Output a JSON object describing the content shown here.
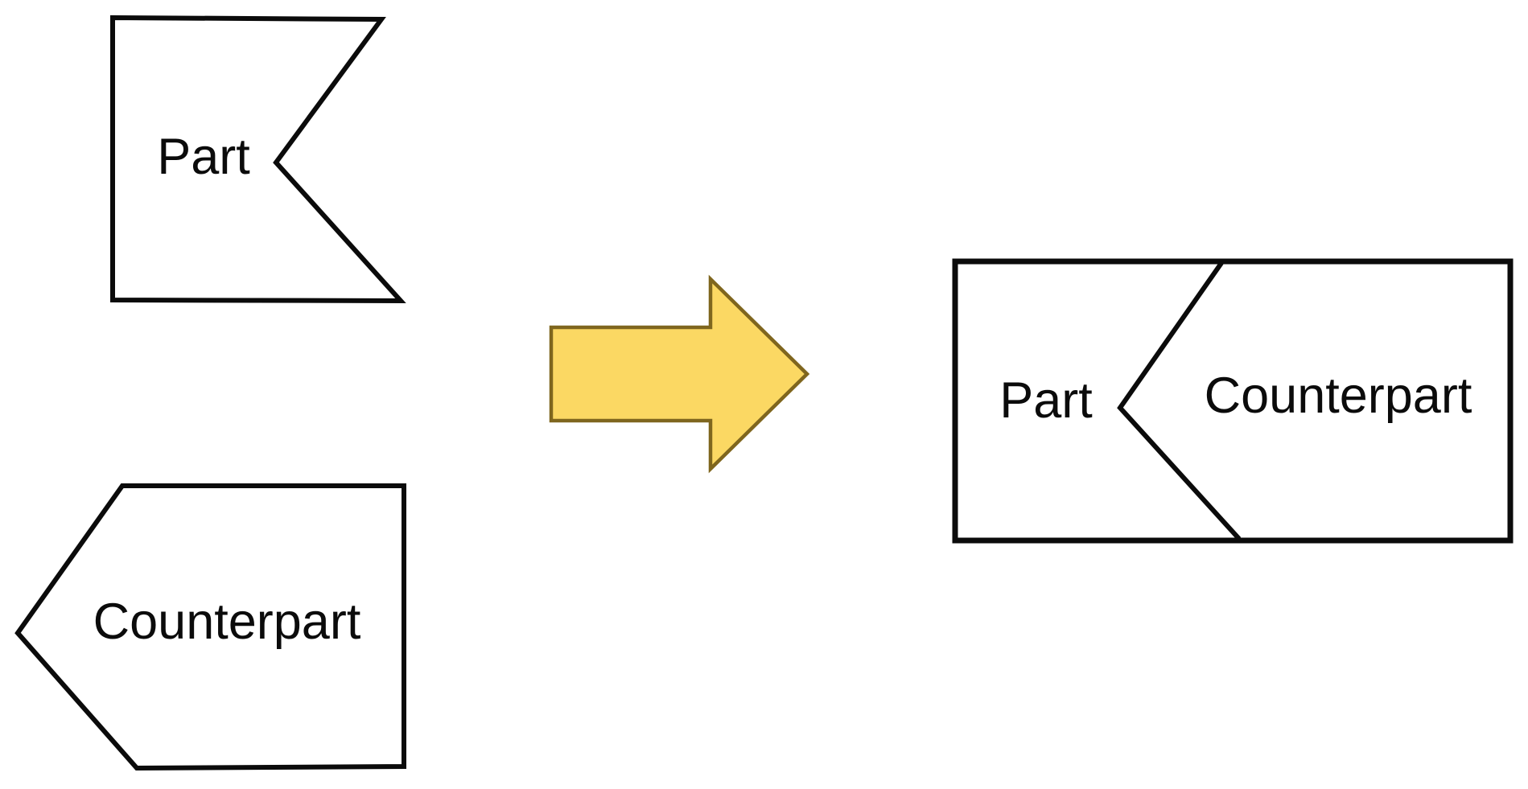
{
  "figure": {
    "background_color": "#ffffff",
    "outline_color": "#0b0b0b",
    "shape_fill_color": "#ffffff",
    "before_group": {
      "part_shape": {
        "label": "Part"
      },
      "counterpart_shape": {
        "label": "Counterpart"
      }
    },
    "transform_arrow": {
      "direction": "right",
      "fill": "#FBD863",
      "stroke": "#7F661E"
    },
    "after_group": {
      "part_label": "Part",
      "counterpart_label": "Counterpart"
    }
  }
}
